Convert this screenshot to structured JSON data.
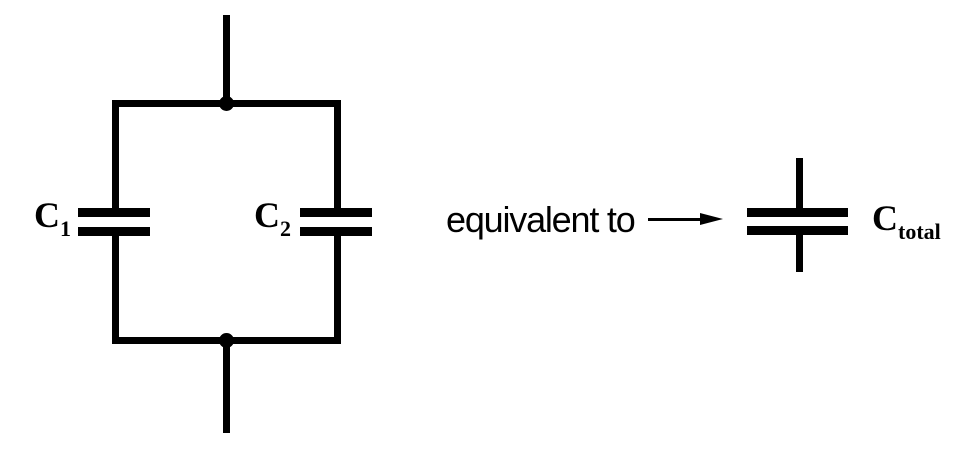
{
  "figure": {
    "background": "#ffffff",
    "ink": "#000000",
    "equivalence": {
      "text": "equivalent to",
      "arrow_icon": "right-arrow"
    },
    "capacitors": {
      "c1": {
        "base": "C",
        "sub": "1"
      },
      "c2": {
        "base": "C",
        "sub": "2"
      },
      "ctotal": {
        "base": "C",
        "sub": "total"
      }
    }
  }
}
